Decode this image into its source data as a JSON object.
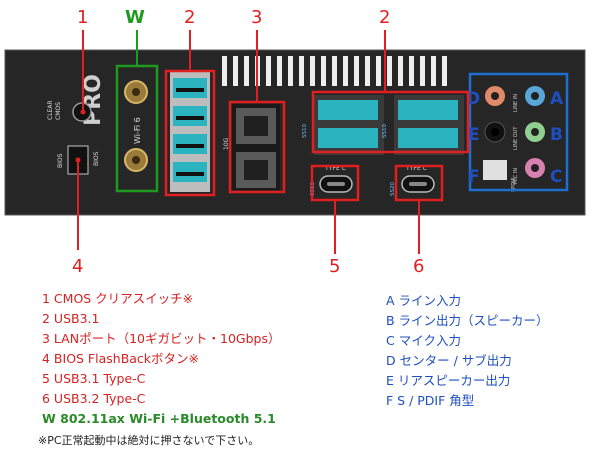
{
  "callouts": {
    "num1": "1",
    "numW": "W",
    "num2a": "2",
    "num3": "3",
    "num2b": "2",
    "num4": "4",
    "num5": "5",
    "num6": "6"
  },
  "panel_text": {
    "pro": "PRO",
    "clear_cmos": "CLEAR",
    "clear_cmos2": "CMOS",
    "bios1": "BIOS",
    "bios2": "BIOS",
    "wifi": "Wi-Fi 6",
    "type_c_a": "TYPE C",
    "type_c_b": "TYPE C",
    "line_in": "LINE IN",
    "line_out": "LINE OUT",
    "mic_in": "MIC IN",
    "spdif": "SPDIF",
    "ss10_a": "SS10",
    "ss10_b": "SS10",
    "ss10_c": "SS10",
    "ss20": "SS20",
    "tenG": "10G"
  },
  "audio_letters": {
    "A": "A",
    "B": "B",
    "C": "C",
    "D": "D",
    "E": "E",
    "F": "F"
  },
  "legend_left": [
    {
      "text": "1 CMOS クリアスイッチ※",
      "color": "red"
    },
    {
      "text": "2 USB3.1",
      "color": "red"
    },
    {
      "text": "3 LANポート（10ギガビット・10Gbps）",
      "color": "red"
    },
    {
      "text": "4 BIOS FlashBackボタン※",
      "color": "red"
    },
    {
      "text": "5 USB3.1 Type-C",
      "color": "red"
    },
    {
      "text": "6 USB3.2 Type-C",
      "color": "red"
    },
    {
      "text": "W 802.11ax Wi-Fi +Bluetooth 5.1",
      "color": "green"
    }
  ],
  "legend_right": [
    {
      "text": "A ライン入力"
    },
    {
      "text": "B ライン出力（スピーカー）"
    },
    {
      "text": "C マイク入力"
    },
    {
      "text": "D センター / サブ出力"
    },
    {
      "text": "E リアスピーカー出力"
    },
    {
      "text": "F S / PDIF 角型"
    }
  ],
  "footnote": "※PC正常起動中は絶対に押さないで下さい。",
  "colors": {
    "callout_red": "#e02020",
    "callout_green": "#1e9a1e",
    "jack_blue": "#5aa6d8",
    "jack_green": "#8fcf8f",
    "jack_pink": "#d880b0",
    "jack_orange": "#e08a6a",
    "usb_teal": "#2bb3c0",
    "blue_box": "#1f6fd1"
  }
}
